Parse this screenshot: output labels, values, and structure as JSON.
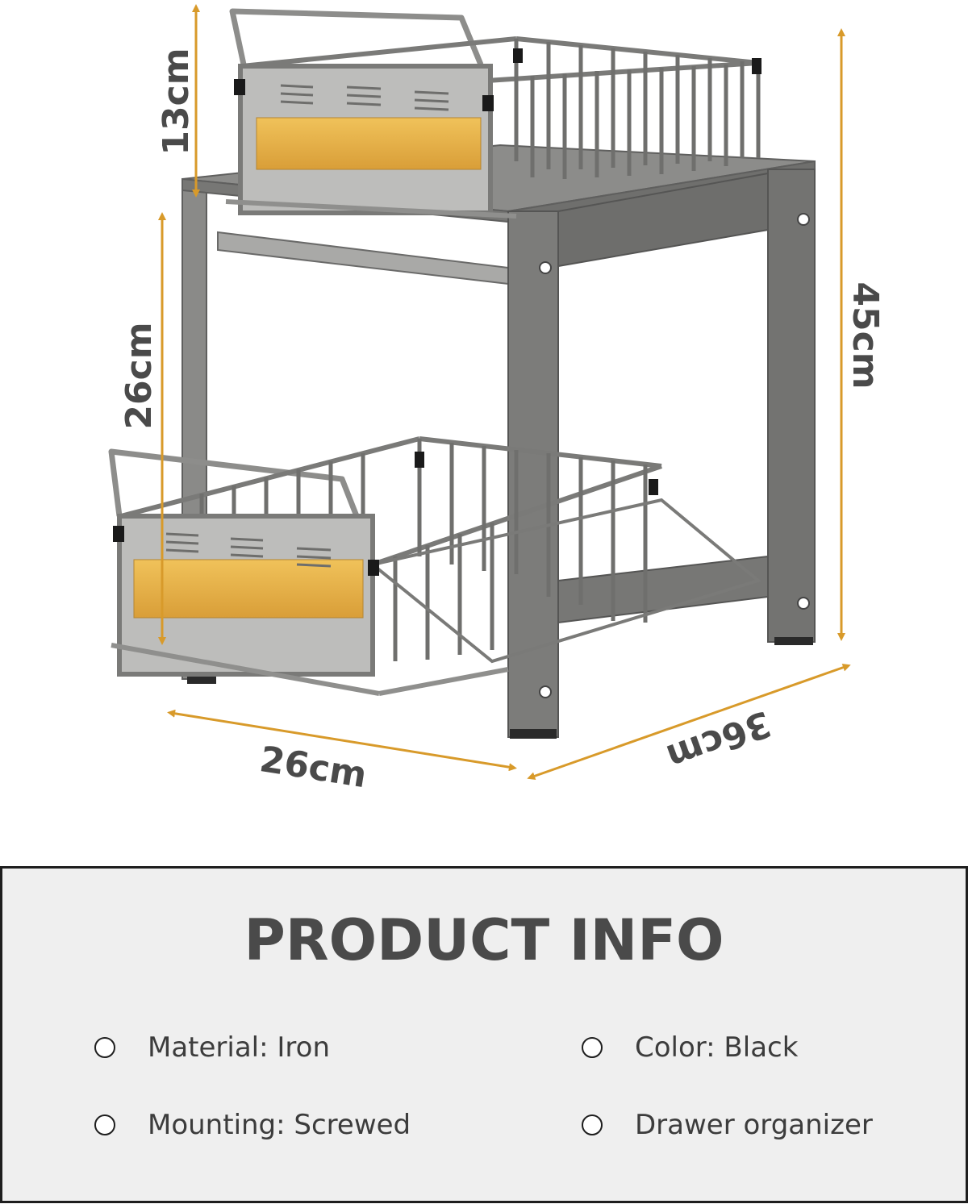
{
  "dimensions": {
    "top_basket_height": "13cm",
    "bottom_basket_height": "26cm",
    "total_height": "45cm",
    "width": "26cm",
    "depth": "36cm"
  },
  "info": {
    "title": "PRODUCT INFO",
    "items": [
      "Material: Iron",
      "Color: Black",
      "Mounting: Screwed",
      "Drawer organizer"
    ]
  },
  "colors": {
    "dimension_arrow": "#d89a2a",
    "frame": "#7d7d7b",
    "wood": "#e2ad45",
    "panel_bg": "#efefef",
    "text_dark": "#4a4a4a"
  }
}
